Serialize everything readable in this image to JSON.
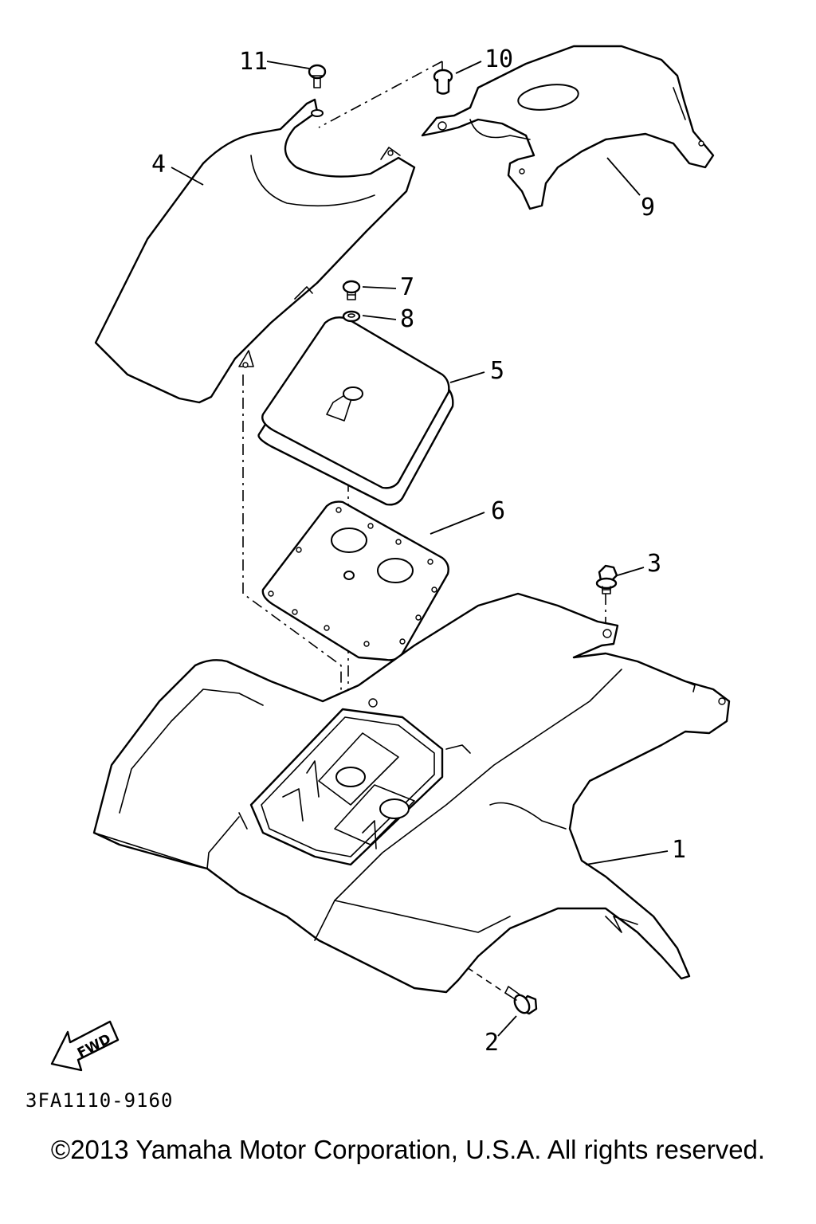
{
  "callouts": {
    "c1": "1",
    "c2": "2",
    "c3": "3",
    "c4": "4",
    "c5": "5",
    "c6": "6",
    "c7": "7",
    "c8": "8",
    "c9": "9",
    "c10": "10",
    "c11": "11"
  },
  "fwd_arrow": {
    "label": "FWD"
  },
  "diagram_code": "3FA1110-9160",
  "copyright": "©2013 Yamaha Motor Corporation, U.S.A. All rights reserved."
}
